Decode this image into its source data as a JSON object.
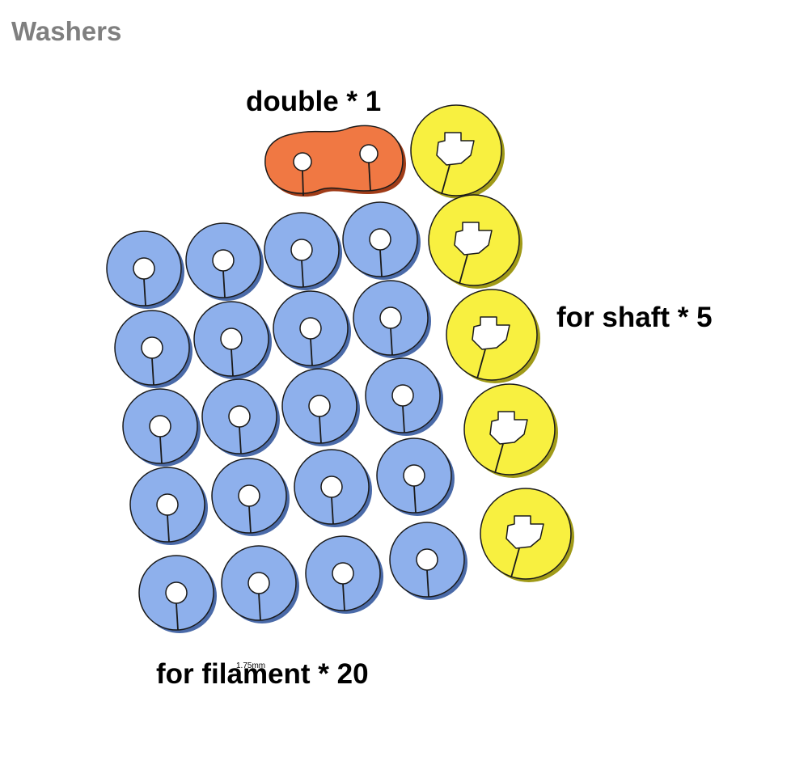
{
  "title": "Washers",
  "labels": {
    "double": "double * 1",
    "shaft": "for shaft * 5",
    "filament": "for filament * 20",
    "filament_note": "1.75mm"
  },
  "groups": {
    "double": {
      "count": 1,
      "color": "#f07843",
      "edge": "#a03c18"
    },
    "shaft": {
      "count": 5,
      "color": "#f8f040",
      "edge": "#a09a18"
    },
    "filament": {
      "count": 20,
      "color": "#8eb0ec",
      "edge": "#4a6aa8"
    }
  }
}
